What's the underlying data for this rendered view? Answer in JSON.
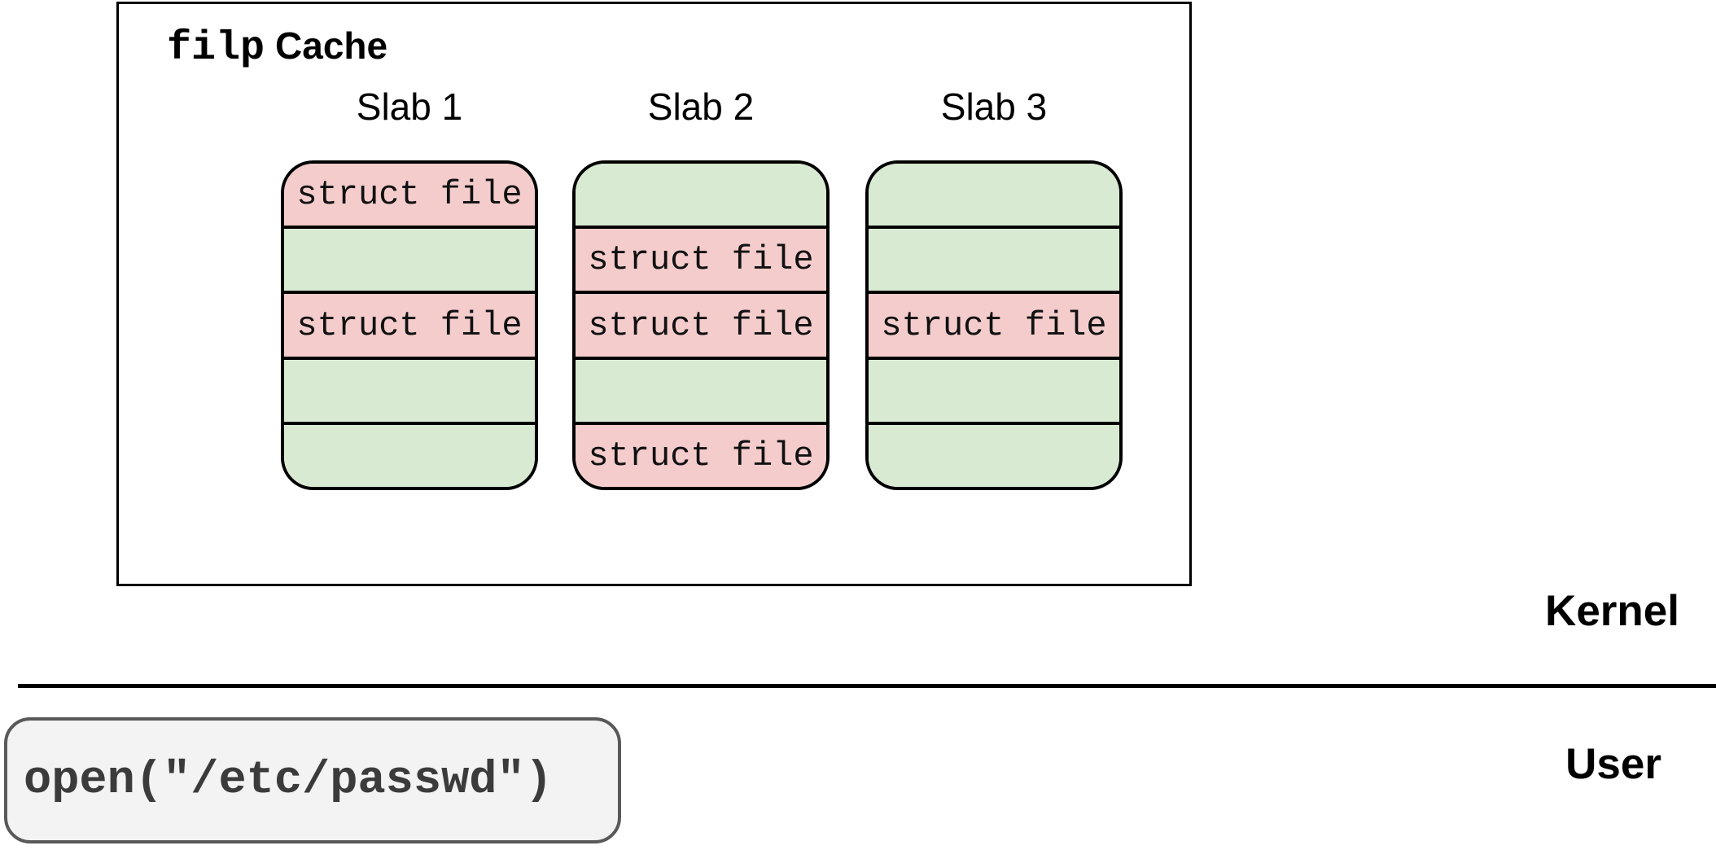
{
  "cache": {
    "title_mono": "filp",
    "title_rest": "Cache",
    "slabs": [
      {
        "label": "Slab 1",
        "rows": [
          {
            "state": "used",
            "text": "struct file"
          },
          {
            "state": "free",
            "text": ""
          },
          {
            "state": "used",
            "text": "struct file"
          },
          {
            "state": "free",
            "text": ""
          },
          {
            "state": "free",
            "text": ""
          }
        ]
      },
      {
        "label": "Slab 2",
        "rows": [
          {
            "state": "free",
            "text": ""
          },
          {
            "state": "used",
            "text": "struct file"
          },
          {
            "state": "used",
            "text": "struct file"
          },
          {
            "state": "free",
            "text": ""
          },
          {
            "state": "used",
            "text": "struct file"
          }
        ]
      },
      {
        "label": "Slab 3",
        "rows": [
          {
            "state": "free",
            "text": ""
          },
          {
            "state": "free",
            "text": ""
          },
          {
            "state": "used",
            "text": "struct file"
          },
          {
            "state": "free",
            "text": ""
          },
          {
            "state": "free",
            "text": ""
          }
        ]
      }
    ]
  },
  "labels": {
    "kernel": "Kernel",
    "user": "User"
  },
  "syscall": {
    "text": "open(\"/etc/passwd\")"
  },
  "colors": {
    "used-fill": "#f4cccc",
    "free-fill": "#d9ead3",
    "stroke": "#000000",
    "callout-bg": "#f3f3f3",
    "callout-border": "#595959",
    "callout-text": "#3b3b3b"
  }
}
